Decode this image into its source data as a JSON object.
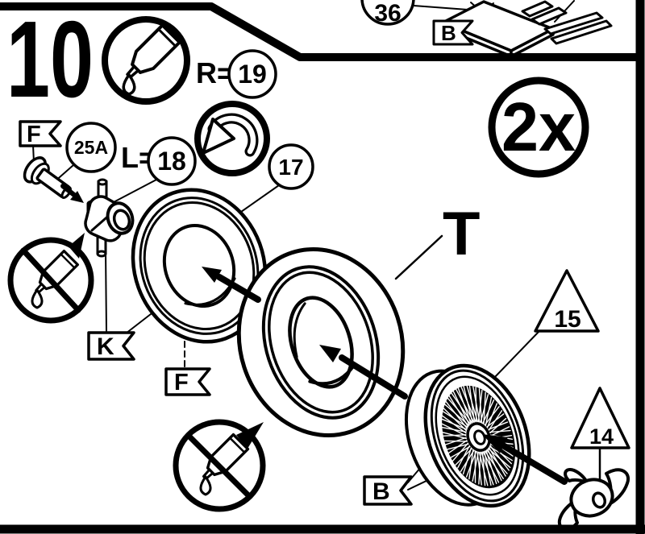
{
  "colors": {
    "ink": "#000000",
    "paper": "#ffffff"
  },
  "step": {
    "number": "10",
    "quantity_badge": "2x"
  },
  "previous_step_fragment": {
    "part_circle": "36",
    "flag_b": "B"
  },
  "labels": {
    "r_equals": {
      "prefix": "R=",
      "part": "19"
    },
    "l_equals": {
      "prefix": "L=",
      "part": "18"
    },
    "pin": {
      "flag": "F",
      "part": "25A"
    },
    "rim": {
      "part": "17",
      "flag_k": "K",
      "flag_f": "F"
    },
    "tire": {
      "part": "T"
    },
    "wire_wheel": {
      "part": "15",
      "flag_b": "B"
    },
    "spinner": {
      "part": "14"
    }
  },
  "icons": {
    "glue": "glue-icon",
    "no_glue": "no-glue-icon",
    "flip": "rotate-icon"
  }
}
